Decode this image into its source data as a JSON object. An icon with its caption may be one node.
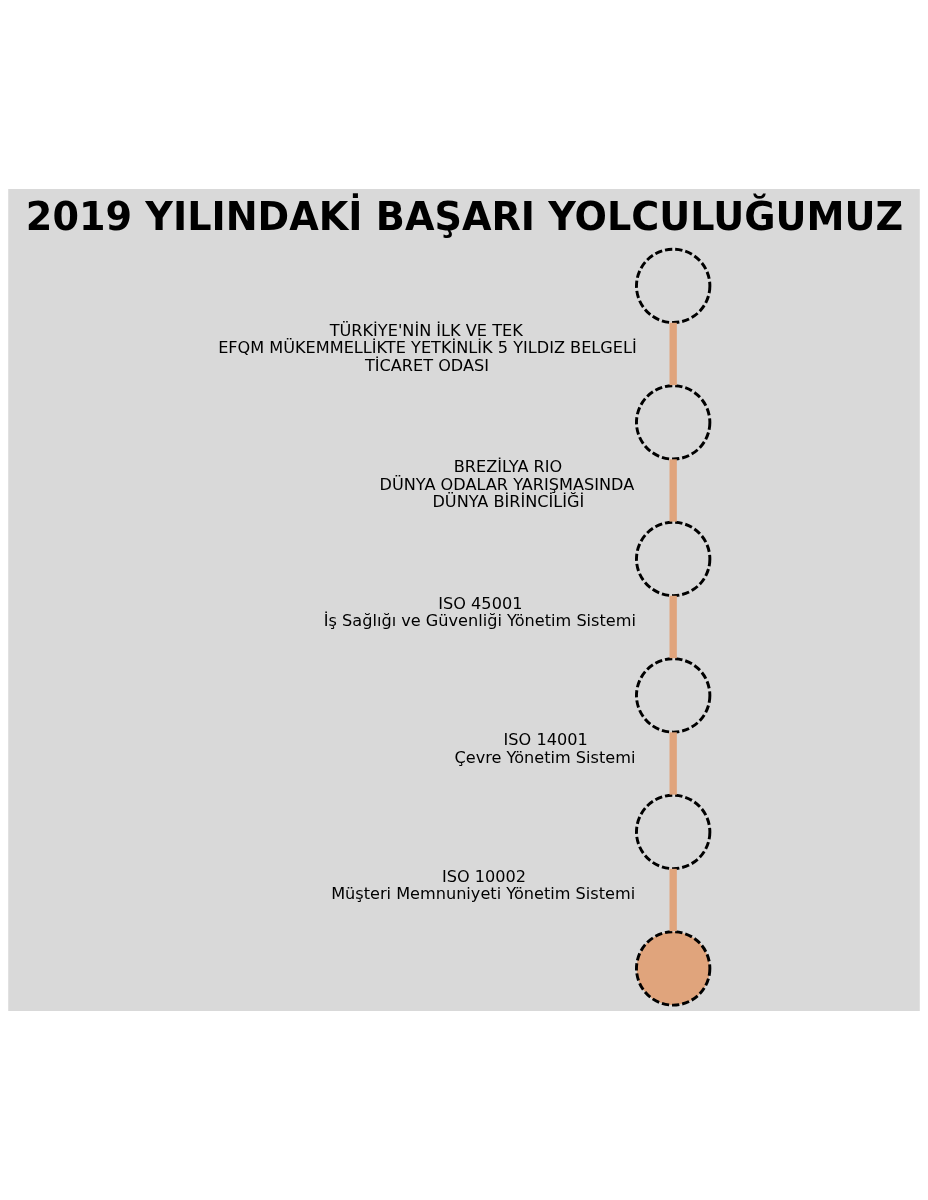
{
  "diagram": {
    "title": "2019 YILINDAKİ BAŞARI YOLCULUĞUMUZ",
    "nodes": [
      {
        "text": [],
        "shape": "circle",
        "beside": [
          "TÜRKİYE'NİN İLK VE TEK",
          "EFQM MÜKEMMELLİKTE YETKİNLİK 5 YILDIZ BELGELİ",
          "TİCARET ODASI"
        ]
      },
      {
        "text": [],
        "shape": "circle",
        "beside": [
          "BREZİLYA RIO",
          "DÜNYA ODALAR YARIŞMASINDA",
          "DÜNYA BİRİNCİLİĞİ"
        ]
      },
      {
        "text": [],
        "shape": "circle",
        "beside": [
          "ISO 45001",
          "İş Sağlığı ve Güvenliği Yönetim Sistemi"
        ]
      },
      {
        "text": [],
        "shape": "circle",
        "beside": [
          "ISO 10002",
          "Müşteri Memnuniyeti Yönetim Sistemi"
        ]
      },
      {
        "text": [],
        "shape": "circle",
        "beside": [
          "ISO 14001",
          "Çevre Yönetim Sistemi"
        ]
      },
      {
        "text": [],
        "shape": "circle"
      }
    ],
    "edges": [
      {
        "from": 5,
        "to": 3,
        "arrow": "none"
      },
      {
        "from": 3,
        "to": 4,
        "arrow": "none"
      },
      {
        "from": 4,
        "to": 2,
        "arrow": "none"
      },
      {
        "from": 2,
        "to": 1,
        "arrow": "none"
      },
      {
        "from": 1,
        "to": 0,
        "arrow": "none"
      }
    ]
  }
}
